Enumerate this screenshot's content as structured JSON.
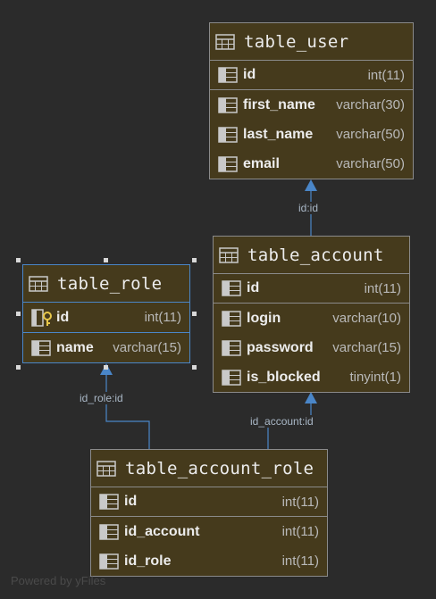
{
  "tables": [
    {
      "name": "table_user",
      "columns": [
        {
          "name": "id",
          "type": "int(11)"
        },
        {
          "name": "first_name",
          "type": "varchar(30)"
        },
        {
          "name": "last_name",
          "type": "varchar(50)"
        },
        {
          "name": "email",
          "type": "varchar(50)"
        }
      ]
    },
    {
      "name": "table_account",
      "columns": [
        {
          "name": "id",
          "type": "int(11)"
        },
        {
          "name": "login",
          "type": "varchar(10)"
        },
        {
          "name": "password",
          "type": "varchar(15)"
        },
        {
          "name": "is_blocked",
          "type": "tinyint(1)"
        }
      ]
    },
    {
      "name": "table_role",
      "columns": [
        {
          "name": "id",
          "type": "int(11)"
        },
        {
          "name": "name",
          "type": "varchar(15)"
        }
      ]
    },
    {
      "name": "table_account_role",
      "columns": [
        {
          "name": "id",
          "type": "int(11)"
        },
        {
          "name": "id_account",
          "type": "int(11)"
        },
        {
          "name": "id_role",
          "type": "int(11)"
        }
      ]
    }
  ],
  "relations": [
    {
      "label": "id:id",
      "from": "table_account",
      "to": "table_user"
    },
    {
      "label": "id_role:id",
      "from": "table_account_role",
      "to": "table_role"
    },
    {
      "label": "id_account:id",
      "from": "table_account_role",
      "to": "table_account"
    }
  ],
  "watermark": "Powered by yFiles",
  "colors": {
    "background": "#2b2b2b",
    "table_fill": "#453a1c",
    "table_border": "#8a8a8a",
    "selection": "#4a86c8",
    "edge": "#4a86c8",
    "key_icon": "#e8c84a"
  }
}
